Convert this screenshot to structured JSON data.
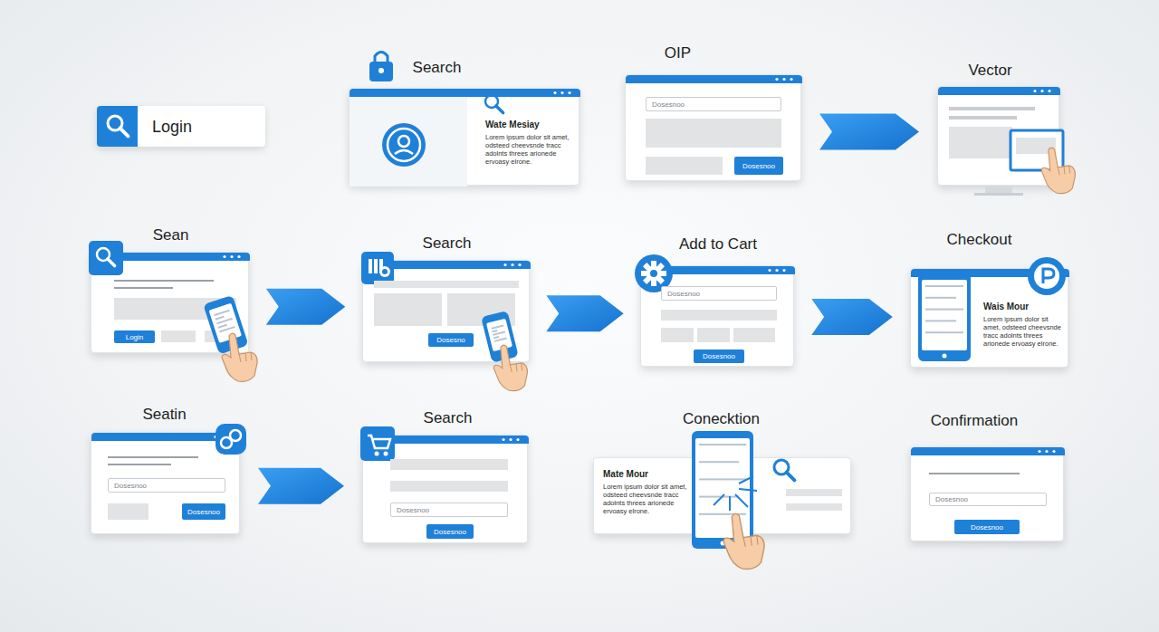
{
  "diagram": {
    "nodes": [
      {
        "text": [
          "Login"
        ]
      },
      {
        "text": [
          "Search",
          "Wate Mesiay",
          "Lorem ipsum dolor sit amet, odsteed cheevsnde tracc adolnts threes arionede ervoasy elrone."
        ]
      },
      {
        "text": [
          "OIP"
        ]
      },
      {
        "text": [
          "Dosesnoo"
        ],
        "in": 2
      },
      {
        "text": [
          "Dosesnoo"
        ],
        "in": 2
      },
      {
        "text": [
          "Vector"
        ]
      },
      {
        "text": [
          "Sean"
        ]
      },
      {
        "text": [
          "Login"
        ],
        "in": 6
      },
      {
        "text": [
          "Search"
        ]
      },
      {
        "text": [
          "Dosesno"
        ],
        "in": 8
      },
      {
        "text": [
          "Add to Cart"
        ]
      },
      {
        "text": [
          "Dosesnoo"
        ],
        "in": 10
      },
      {
        "text": [
          "Dosesnoo"
        ],
        "in": 10
      },
      {
        "text": [
          "Checkout",
          "Wais Mour",
          "Lorem ipsum dolor sit amet, odsteed cheevsnde tracc adolnts threes arionede ervoasy elrone."
        ]
      },
      {
        "text": [
          "Seatin"
        ]
      },
      {
        "text": [
          "Dosesnoo"
        ],
        "in": 14
      },
      {
        "text": [
          "Dosesnoo"
        ],
        "in": 14
      },
      {
        "text": [
          "Search"
        ]
      },
      {
        "text": [
          "Dosesnoo"
        ],
        "in": 17
      },
      {
        "text": [
          "Dosesnoo"
        ],
        "in": 17
      },
      {
        "text": [
          "Conecktion",
          "Mate Mour",
          "Lorem ipsum dolor sit amet, odsteed cheevsnde tracc adolnts threes arionede ervoasy elrone."
        ]
      },
      {
        "text": [
          "Confirmation"
        ]
      },
      {
        "text": [
          "Dosesnoo"
        ],
        "in": 21
      },
      {
        "text": [
          "Dosesnoo"
        ],
        "in": 21
      }
    ],
    "edges": [
      {
        "from": 2,
        "to": 5,
        "arrow": "to"
      },
      {
        "from": 6,
        "to": 8,
        "arrow": "to"
      },
      {
        "from": 8,
        "to": 10,
        "arrow": "to"
      },
      {
        "from": 10,
        "to": 13,
        "arrow": "to"
      },
      {
        "from": 14,
        "to": 17,
        "arrow": "to"
      }
    ]
  }
}
